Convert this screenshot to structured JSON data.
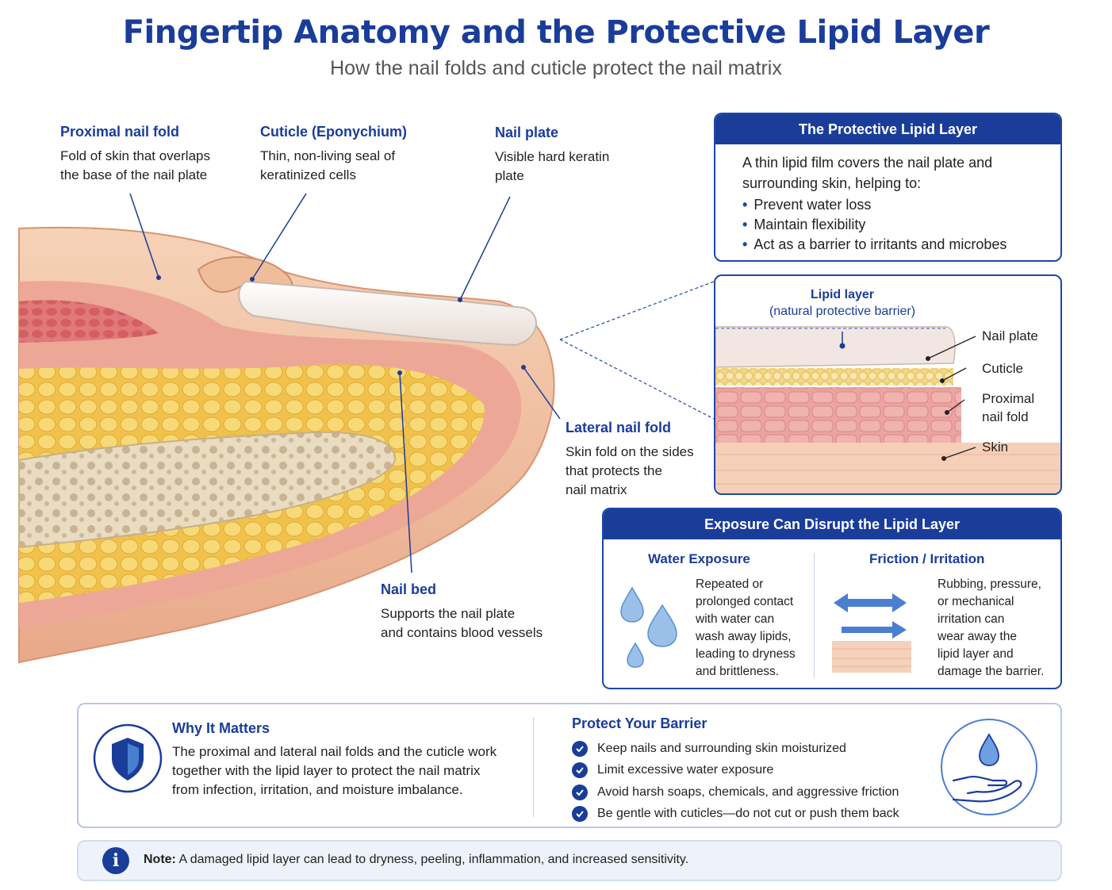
{
  "title": "Fingertip Anatomy and the Protective Lipid Layer",
  "subtitle": "How the nail folds and cuticle protect the nail matrix",
  "callouts": {
    "proximal": {
      "heading": "Proximal nail fold",
      "line1": "Fold of skin that overlaps",
      "line2": "the base of the nail plate"
    },
    "cuticle": {
      "heading": "Cuticle (Eponychium)",
      "line1": "Thin, non-living seal of",
      "line2": "keratinized cells"
    },
    "nailplate": {
      "heading": "Nail plate",
      "line1": "Visible hard keratin",
      "line2": "plate"
    },
    "lateral": {
      "heading": "Lateral nail fold",
      "line1": "Skin fold on the sides",
      "line2": "that protects the",
      "line3": "nail matrix"
    },
    "nailbed": {
      "heading": "Nail bed",
      "line1": "Supports the nail plate",
      "line2": "and contains blood vessels"
    }
  },
  "lipid_box": {
    "header": "The Protective Lipid Layer",
    "intro_line1": "A thin lipid film covers the nail plate and",
    "intro_line2": "surrounding skin, helping to:",
    "bullets": [
      "Prevent water loss",
      "Maintain flexibility",
      "Act as a barrier to irritants and microbes"
    ]
  },
  "detail": {
    "title_line1": "Lipid layer",
    "title_line2": "(natural protective barrier)",
    "labels": {
      "nail_plate": "Nail plate",
      "cuticle": "Cuticle",
      "proximal_line1": "Proximal",
      "proximal_line2": "nail fold",
      "skin": "Skin"
    }
  },
  "exposure": {
    "header": "Exposure Can Disrupt the Lipid Layer",
    "water": {
      "heading": "Water Exposure",
      "lines": [
        "Repeated or",
        "prolonged contact",
        "with water can",
        "wash away lipids,",
        "leading to dryness",
        "and brittleness."
      ]
    },
    "friction": {
      "heading": "Friction / Irritation",
      "lines": [
        "Rubbing, pressure,",
        "or mechanical",
        "irritation can",
        "wear away the",
        "lipid layer and",
        "damage the barrier."
      ]
    }
  },
  "why": {
    "heading": "Why It Matters",
    "lines": [
      "The proximal and lateral nail folds and the cuticle work",
      "together with the lipid layer to protect the nail matrix",
      "from infection, irritation, and moisture imbalance."
    ]
  },
  "protect": {
    "heading": "Protect Your Barrier",
    "items": [
      "Keep nails and surrounding skin moisturized",
      "Limit excessive water exposure",
      "Avoid harsh soaps, chemicals, and aggressive friction",
      "Be gentle with cuticles—do not cut or push them back"
    ]
  },
  "note": {
    "label": "Note:",
    "text": " A damaged lipid layer can lead to dryness, peeling, inflammation, and increased sensitivity."
  },
  "colors": {
    "brand_blue": "#1a3d9a",
    "skin": "#f2c3a4",
    "fat": "#f3cf63",
    "bone": "#efe2c6",
    "dermis": "#e99c93"
  },
  "icons": [
    "shield-icon",
    "water-drop-icon",
    "double-arrow-icon",
    "hand-drop-icon",
    "info-icon",
    "check-icon"
  ]
}
